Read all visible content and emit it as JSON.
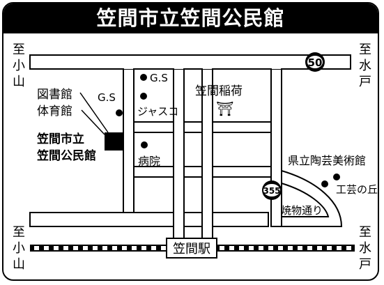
{
  "title": "笠間市立笠間公民館",
  "directions": {
    "top_left": [
      "至",
      "小",
      "山"
    ],
    "top_right": [
      "至",
      "水",
      "戸"
    ],
    "bottom_left": [
      "至",
      "小",
      "山"
    ],
    "bottom_right": [
      "至",
      "水",
      "戸"
    ]
  },
  "route_shields": {
    "route_50": "50",
    "route_355": "355"
  },
  "places": {
    "library": [
      "図書館",
      "体育館"
    ],
    "gs_left": "G.S",
    "gs_right": "G.S",
    "jasco": "ジャスコ",
    "shrine": "笠間稲荷",
    "shrine_symbol": "⛩",
    "hospital": "病院",
    "museum": "県立陶芸美術館",
    "craft_hill": "工芸の丘",
    "street": "焼物通り",
    "station": "笠間駅"
  },
  "target": [
    "笠間市立",
    "笠間公民館"
  ],
  "colors": {
    "ink": "#000000",
    "paper": "#ffffff"
  }
}
